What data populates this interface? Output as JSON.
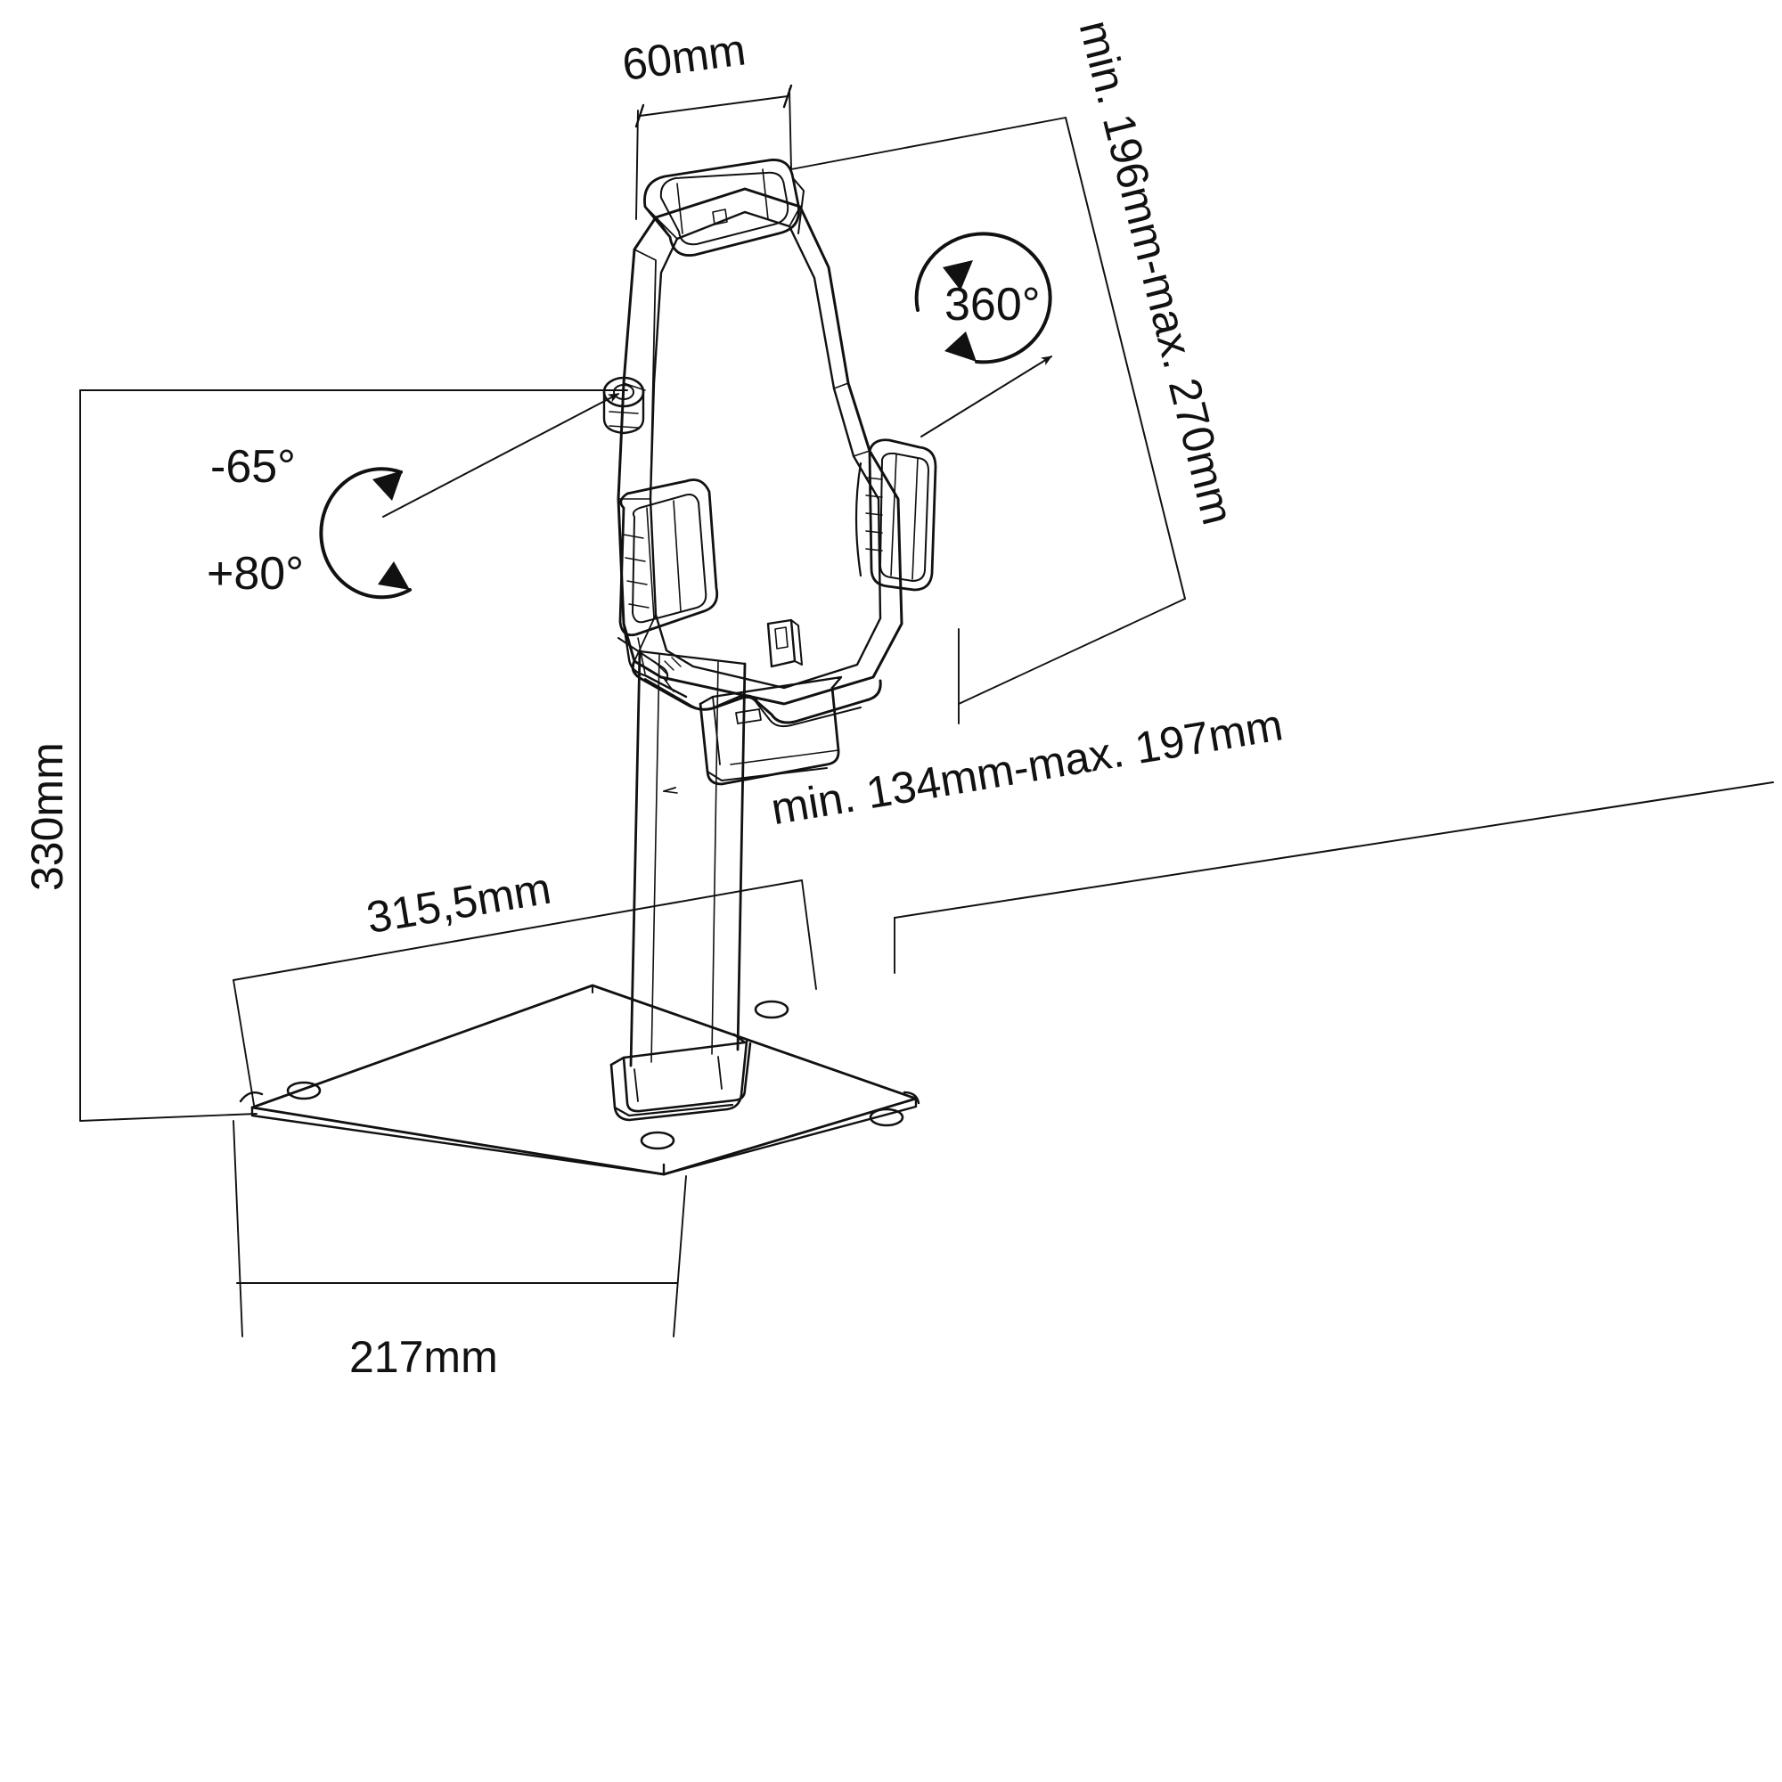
{
  "drawing": {
    "title": "Tablet desk stand technical dimension drawing",
    "background_color": "#ffffff",
    "line_color": "#1a1a1a",
    "units": "mm"
  },
  "dimensions": {
    "holder_width": "60mm",
    "height_total": "330mm",
    "base_width": "217mm",
    "base_diagonal": "315,5mm",
    "tablet_height_range": "min. 196mm-max. 270mm",
    "tablet_width_range": "min. 134mm-max. 197mm"
  },
  "angles": {
    "rotation": "360°",
    "tilt_down": "-65°",
    "tilt_up": "+80°"
  },
  "icons": {
    "rotation_symbol": "circular-arrow-icon",
    "tilt_symbol": "tilt-arc-icon"
  }
}
